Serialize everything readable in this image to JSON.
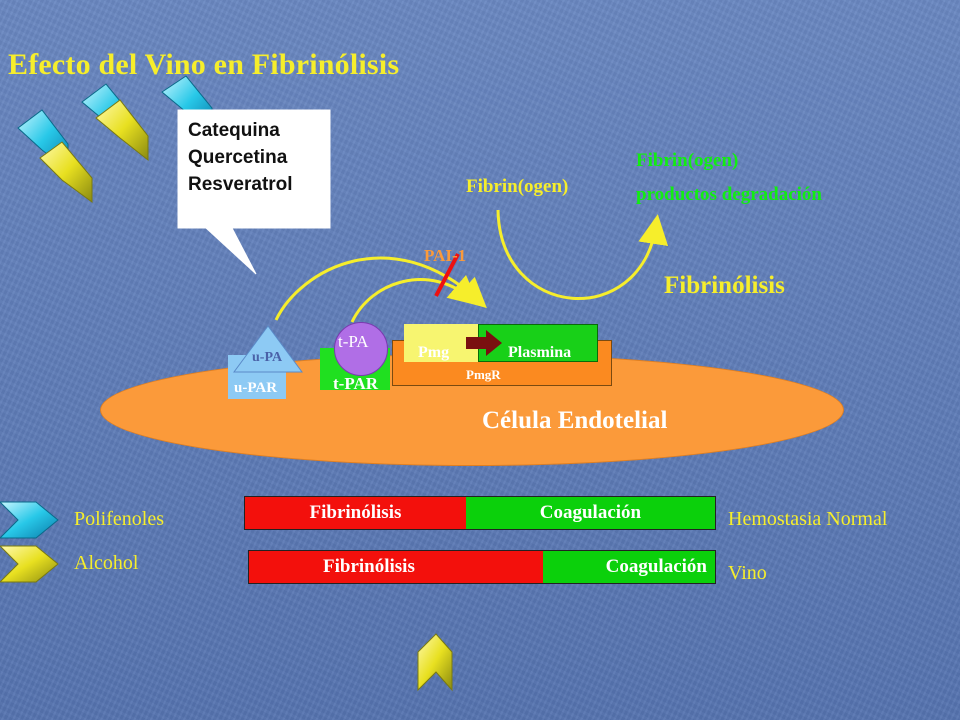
{
  "title": "Efecto del Vino en Fibrinólisis",
  "bubble": {
    "lines": [
      "Catequina",
      "Quercetina",
      "Resveratrol"
    ]
  },
  "fibrinogen": "Fibrin(ogen)",
  "degradation": {
    "line1": "Fibrin(ogen)",
    "line2": "productos degradación"
  },
  "pai": "PAI-1",
  "fibrinolysis_label": "Fibrinólisis",
  "cell": {
    "label": "Célula Endotelial",
    "upa": "u-PA",
    "upar": "u-PAR",
    "tpa": "t-PA",
    "tpar": "t-PAR",
    "pmg": "Pmg",
    "plasmina": "Plasmina",
    "pmgr": "PmgR"
  },
  "legend": {
    "polifenoles": "Polifenoles",
    "alcohol": "Alcohol"
  },
  "bars": [
    {
      "left": "Fibrinólisis",
      "right": "Coagulación",
      "label": "Hemostasia Normal",
      "left_fraction": 0.47
    },
    {
      "left": "Fibrinólisis",
      "right": "Coagulación",
      "label": "Vino",
      "left_fraction": 0.63
    }
  ],
  "colors": {
    "title_yellow": "#f6ee2b",
    "green_text": "#12ee12",
    "cell_orange": "#fb9a3a",
    "fibrinolysis_red": "#f3100c",
    "coagulation_green": "#0bd00b",
    "polifenoles_cyan": "#20c8e8",
    "alcohol_yellow": "#e8e020"
  },
  "icons": [
    "polifenoles-chevron-icon",
    "alcohol-chevron-icon",
    "up-arrow-icon",
    "conversion-arrow-icon",
    "inhibition-line-icon"
  ]
}
